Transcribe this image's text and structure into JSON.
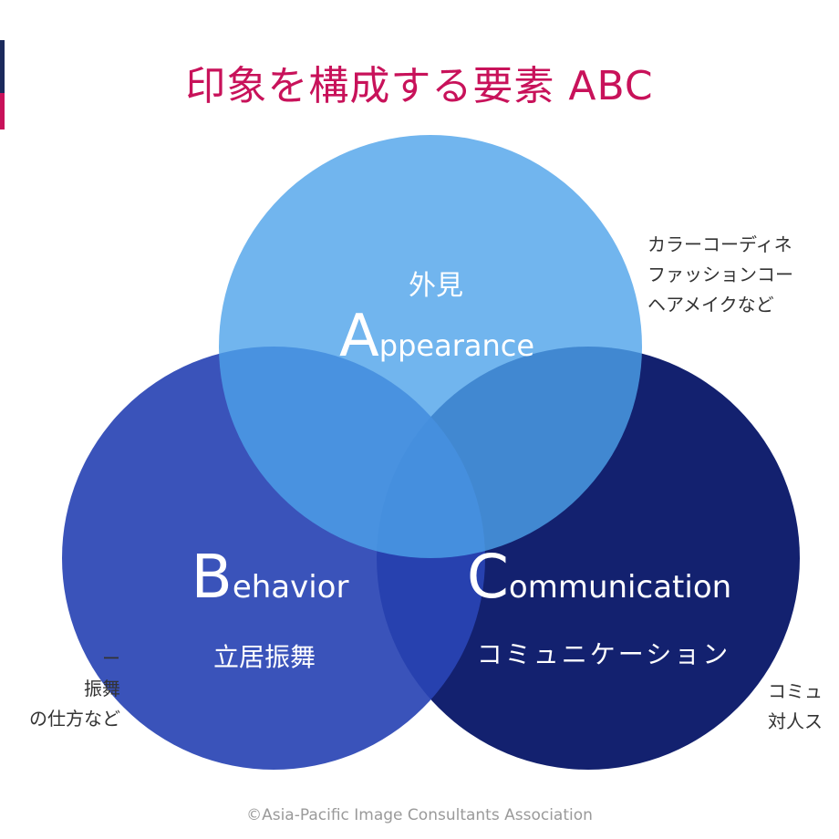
{
  "title": "印象を構成する要素 ABC",
  "circles": {
    "appearance": {
      "kanji": "外見",
      "initial": "A",
      "rest": "ppearance",
      "color": "#4da3ea"
    },
    "behavior": {
      "kanji": "立居振舞",
      "initial": "B",
      "rest": "ehavior",
      "color": "#2944b4"
    },
    "communication": {
      "kanji": "コミュニケーション",
      "initial": "C",
      "rest": "ommunication",
      "color": "#0b1a6a"
    }
  },
  "notes": {
    "appearance": [
      "カラーコーディネ",
      "ファッションコー",
      "ヘアメイクなど"
    ],
    "behavior": [
      "ー",
      "振舞",
      "の仕方など"
    ],
    "communication": [
      "コミュ",
      "対人ス"
    ]
  },
  "copyright": "©Asia-Pacific Image Consultants Association",
  "brand_colors": {
    "title": "#c8125a",
    "mark_top": "#1b2a5c",
    "mark_bottom": "#c8125a"
  }
}
